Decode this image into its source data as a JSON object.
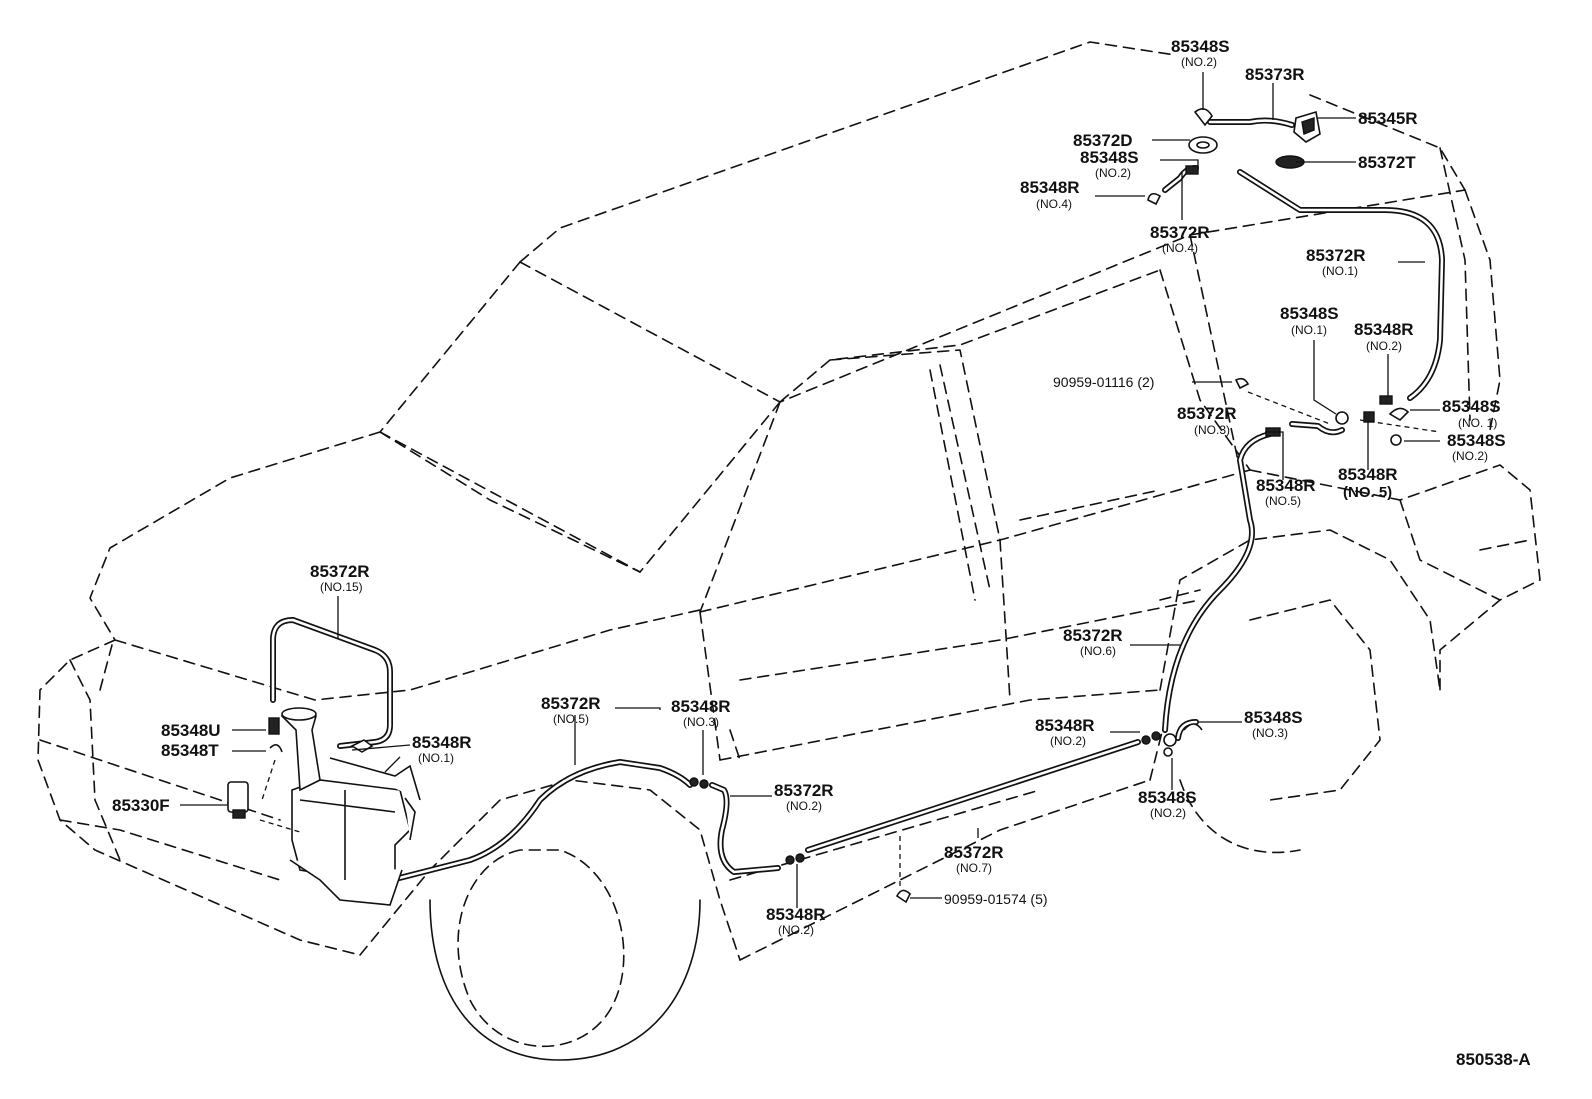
{
  "labels": {
    "l85348s_top": {
      "part": "85348S",
      "sub": "(NO.2)"
    },
    "l85373r": {
      "part": "85373R"
    },
    "l85345r": {
      "part": "85345R"
    },
    "l85372d": {
      "part": "85372D"
    },
    "l85348s_mid": {
      "part": "85348S",
      "sub": "(NO.2)"
    },
    "l85372t": {
      "part": "85372T"
    },
    "l85348r_no4": {
      "part": "85348R",
      "sub": "(NO.4)"
    },
    "l85372r_no4": {
      "part": "85372R",
      "sub": "(NO.4)"
    },
    "l85372r_no1": {
      "part": "85372R",
      "sub": "(NO.1)"
    },
    "l85348s_no1a": {
      "part": "85348S",
      "sub": "(NO.1)"
    },
    "l85348r_no2a": {
      "part": "85348R",
      "sub": "(NO.2)"
    },
    "l90959_01116": {
      "ref": "90959-01116 (2)"
    },
    "l85372r_no3": {
      "part": "85372R",
      "sub": "(NO.3)"
    },
    "l85348s_no1b": {
      "part": "85348S",
      "sub": "(NO. 1)"
    },
    "l85348s_no2b": {
      "part": "85348S",
      "sub": "(NO.2)"
    },
    "l85348r_no5a": {
      "part": "85348R",
      "sub": "(NO.5)"
    },
    "l85348r_no5b": {
      "part": "85348R",
      "sub": "(NO. 5)"
    },
    "l85372r_no15": {
      "part": "85372R",
      "sub": "(NO.15)"
    },
    "l85372r_no6": {
      "part": "85372R",
      "sub": "(NO.6)"
    },
    "l85372r_no5": {
      "part": "85372R",
      "sub": "(NO.5)"
    },
    "l85348r_no3": {
      "part": "85348R",
      "sub": "(NO.3)"
    },
    "l85348r_no2b": {
      "part": "85348R",
      "sub": "(NO.2)"
    },
    "l85348s_no3": {
      "part": "85348S",
      "sub": "(NO.3)"
    },
    "l85348u": {
      "part": "85348U"
    },
    "l85348t": {
      "part": "85348T"
    },
    "l85348r_no1": {
      "part": "85348R",
      "sub": "(NO.1)"
    },
    "l85372r_no2": {
      "part": "85372R",
      "sub": "(NO.2)"
    },
    "l85330f": {
      "part": "85330F"
    },
    "l85348s_no2c": {
      "part": "85348S",
      "sub": "(NO.2)"
    },
    "l85372r_no7": {
      "part": "85372R",
      "sub": "(NO.7)"
    },
    "l90959_01574": {
      "ref": "90959-01574 (5)"
    },
    "l85348r_no2c": {
      "part": "85348R",
      "sub": "(NO.2)"
    }
  },
  "figure_code": "850538-A"
}
